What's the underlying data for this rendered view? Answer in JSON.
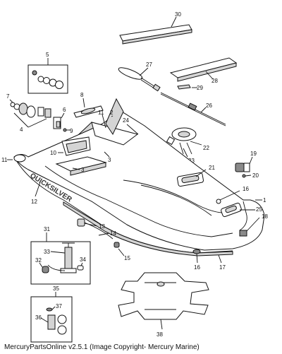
{
  "caption": "MercuryPartsOnline v2.5.1 (Image Copyright- Mercury Marine)",
  "brand_text": "QUICKSILVER",
  "callouts": {
    "c1": "1",
    "c2": "2",
    "c3a": "3",
    "c3b": "3",
    "c4": "4",
    "c5": "5",
    "c6": "6",
    "c7": "7",
    "c8": "8",
    "c9": "9",
    "c10": "10",
    "c11a": "11",
    "c11b": "11",
    "c12": "12",
    "c13": "13",
    "c14": "14",
    "c15": "15",
    "c16a": "16",
    "c16b": "16",
    "c17": "17",
    "c18": "18",
    "c19": "19",
    "c20": "20",
    "c21": "21",
    "c22": "22",
    "c23": "23",
    "c24": "24",
    "c25": "25",
    "c26": "26",
    "c27": "27",
    "c28": "28",
    "c29": "29",
    "c30": "30",
    "c31": "31",
    "c32": "32",
    "c33": "33",
    "c34": "34",
    "c35": "35",
    "c36": "36",
    "c37": "37",
    "c38": "38"
  }
}
